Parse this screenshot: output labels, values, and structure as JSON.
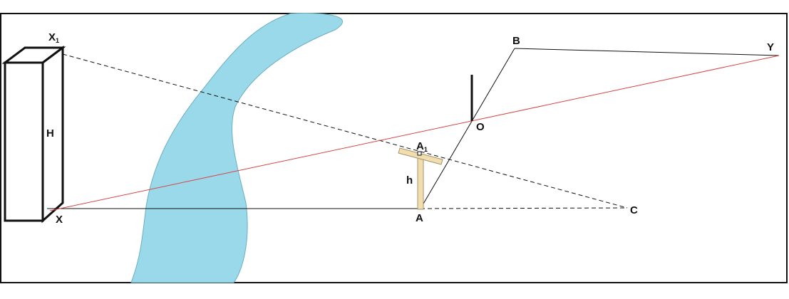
{
  "labels": {
    "X1": "X",
    "X1_sub": "1",
    "H": "H",
    "X": "X",
    "B": "B",
    "Y": "Y",
    "O": "O",
    "A1": "A",
    "A1_sub": "1",
    "h": "h",
    "A": "A",
    "C": "C"
  },
  "colors": {
    "river": "#9ad9e9",
    "river_edge": "#6aaec2",
    "sight_line": "#d64545",
    "rod": "#f0ddb0",
    "rod_edge": "#a89467",
    "line": "#111111",
    "frame": "#111111"
  }
}
